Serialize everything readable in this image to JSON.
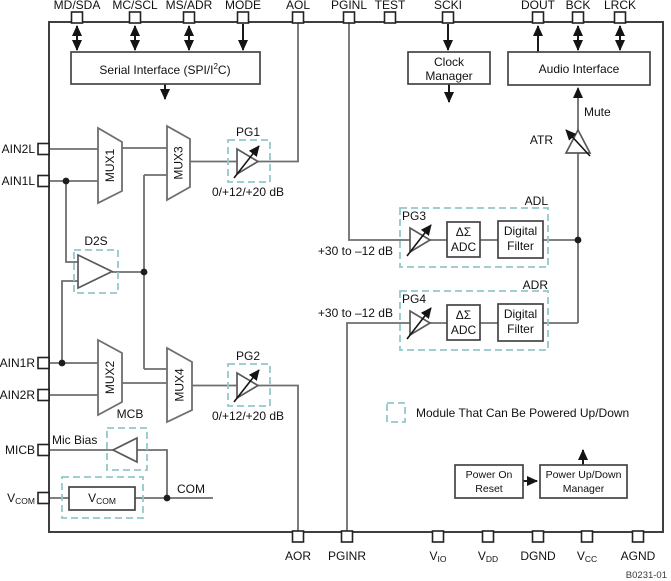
{
  "figure_id": "B0231-01",
  "legend": {
    "label": "Module That Can Be Powered Up/Down"
  },
  "colors": {
    "dashed_module": "#93c8cb",
    "wire": "#6e6e6e",
    "box_border": "#444444",
    "text": "#111111"
  },
  "top_pins": {
    "md_sda": "MD/SDA",
    "mc_scl": "MC/SCL",
    "ms_adr": "MS/ADR",
    "mode": "MODE",
    "aol": "AOL",
    "pginl": "PGINL",
    "test": "TEST",
    "scki": "SCKI",
    "dout": "DOUT",
    "bck": "BCK",
    "lrck": "LRCK"
  },
  "bottom_pins": {
    "aor": "AOR",
    "pginr": "PGINR",
    "vio": {
      "base": "V",
      "sub": "IO"
    },
    "vdd": {
      "base": "V",
      "sub": "DD"
    },
    "dgnd": "DGND",
    "vcc": {
      "base": "V",
      "sub": "CC"
    },
    "agnd": "AGND"
  },
  "left_pins": {
    "ain2l": "AIN2L",
    "ain1l": "AIN1L",
    "ain1r": "AIN1R",
    "ain2r": "AIN2R",
    "micb": "MICB",
    "vcom": {
      "base": "V",
      "sub": "COM"
    }
  },
  "blocks": {
    "serial_interface": {
      "pre": "Serial Interface (SPI/I",
      "sup": "2",
      "post": "C)"
    },
    "clock_manager": {
      "line1": "Clock",
      "line2": "Manager"
    },
    "audio_interface": {
      "label": "Audio Interface"
    },
    "adc": {
      "line1": "ΔΣ",
      "line2": "ADC"
    },
    "digital_filter": {
      "line1": "Digital",
      "line2": "Filter"
    },
    "power_on_reset": {
      "line1": "Power On",
      "line2": "Reset"
    },
    "power_manager": {
      "line1": "Power Up/Down",
      "line2": "Manager"
    },
    "vcom_reg": {
      "base": "V",
      "sub": "COM"
    },
    "mux1": "MUX1",
    "mux2": "MUX2",
    "mux3": "MUX3",
    "mux4": "MUX4",
    "d2s": "D2S",
    "mcb": "MCB",
    "atr": "ATR",
    "adl": "ADL",
    "adr": "ADR",
    "pg1": "PG1",
    "pg2": "PG2",
    "pg3": "PG3",
    "pg4": "PG4",
    "mic_bias": "Mic Bias",
    "com": "COM",
    "mute": "Mute"
  },
  "annotations": {
    "pg_gain": "0/+12/+20 dB",
    "adc_gain": "+30 to –12 dB"
  }
}
